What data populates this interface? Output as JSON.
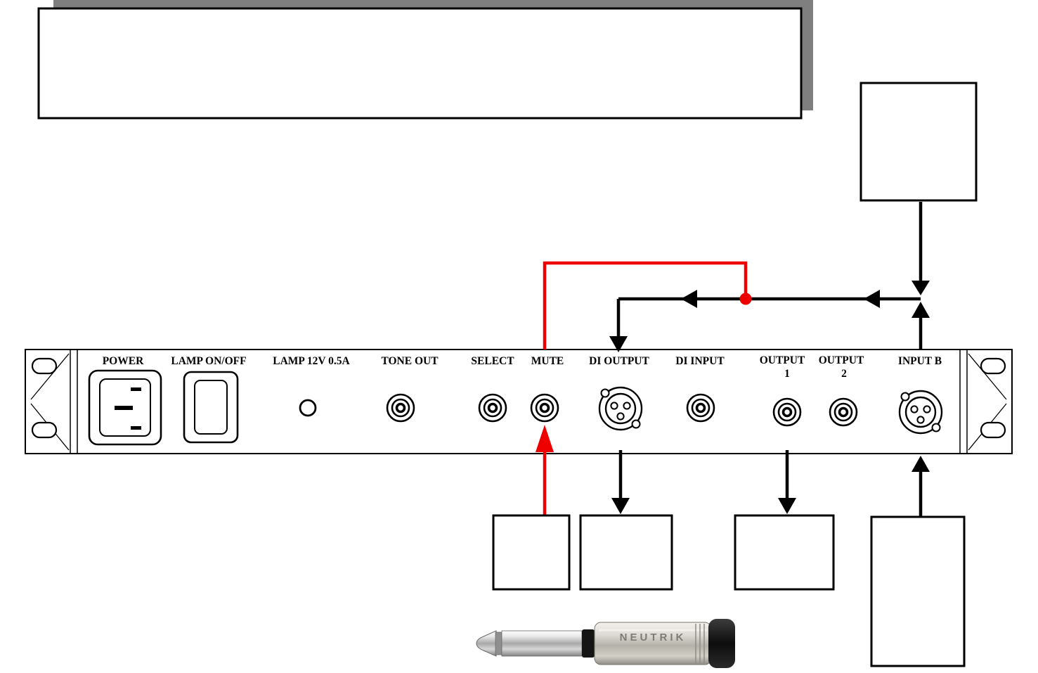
{
  "colors": {
    "accent_red": "#ee0000",
    "line_black": "#000000",
    "shadow_gray": "#7f7f7f",
    "panel_white": "#ffffff"
  },
  "rear_panel": {
    "labels": {
      "power": "POWER",
      "lamp_switch": "LAMP ON/OFF",
      "lamp_rating": "LAMP 12V 0.5A",
      "tone_out": "TONE OUT",
      "select": "SELECT",
      "mute": "MUTE",
      "di_output": "DI OUTPUT",
      "di_input": "DI INPUT",
      "output_1": "OUTPUT",
      "output_1_number": "1",
      "output_2": "OUTPUT",
      "output_2_number": "2",
      "input_b": "INPUT B"
    }
  },
  "plug": {
    "brand": "NEUTRIK"
  }
}
